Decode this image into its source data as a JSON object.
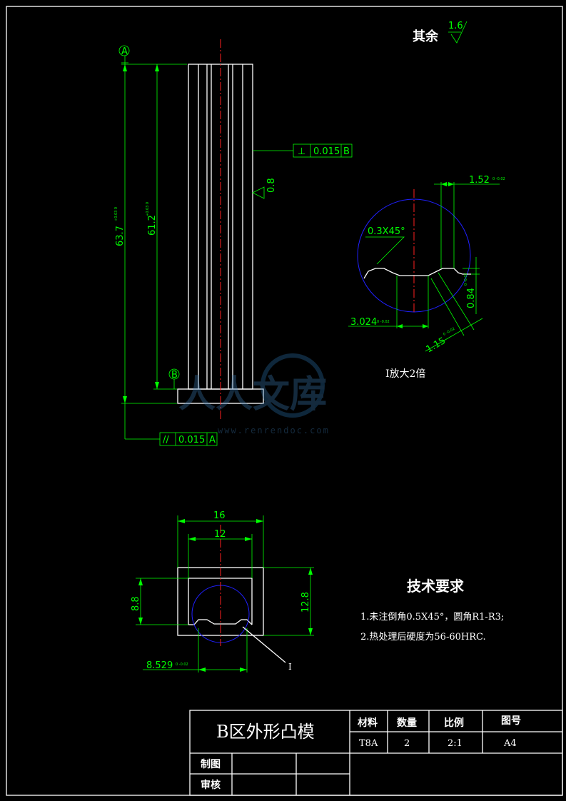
{
  "roughness": {
    "label": "其余",
    "value": "1.6"
  },
  "main_view": {
    "datum_a": "A",
    "datum_b": "B",
    "dim_height_total": "63.7",
    "dim_height_total_tol": "+0.03 0",
    "dim_height_inner": "61.2",
    "dim_height_inner_tol": "+0.03 0",
    "perp_symbol": "⊥",
    "perp_value": "0.015",
    "perp_datum": "B",
    "parallel_symbol": "//",
    "parallel_value": "0.015",
    "parallel_datum": "A",
    "surface_finish": "0.8"
  },
  "detail_view": {
    "dim_top": "1.52",
    "dim_top_tol": "0 -0.02",
    "chamfer": "0.3X45°",
    "dim_right": "0.84",
    "dim_right_tol": "0 -0.02",
    "dim_bottom": "3.024",
    "dim_bottom_tol": "0 -0.02",
    "dim_diag": "1.15",
    "dim_diag_tol": "0 -0.02",
    "caption": "I放大2倍"
  },
  "section_view": {
    "dim_outer_width": "16",
    "dim_inner_width": "12",
    "dim_left": "8.8",
    "dim_right": "12.8",
    "dim_bottom": "8.529",
    "dim_bottom_tol": "0 -0.02",
    "callout": "I"
  },
  "watermark": {
    "text1": "人人文库",
    "text2": "www.renrendoc.com"
  },
  "tech_requirements": {
    "title": "技术要求",
    "items": [
      "1.未注倒角0.5X45°，圆角R1-R3;",
      "2.热处理后硬度为56-60HRC."
    ]
  },
  "title_block": {
    "part_name": "B区外形凸模",
    "headers": [
      "材料",
      "数量",
      "比例",
      "图号"
    ],
    "values": [
      "T8A",
      "2",
      "2:1",
      "A4"
    ],
    "drawn_label": "制图",
    "checked_label": "审核"
  }
}
